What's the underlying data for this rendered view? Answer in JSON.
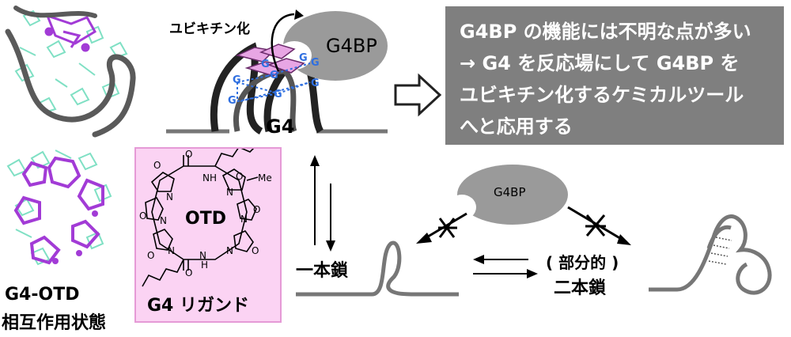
{
  "structure_labels": {
    "ubiquitination": "ユビキチン化",
    "g4bp_top": "G4BP",
    "g4": "G4",
    "g_letter": "G"
  },
  "summary_box": {
    "lines": [
      "G4BP の機能には不明な点が多い",
      "→ G4 を反応場にして G4BP を",
      "ユビキチン化するケミカルツール",
      "へと応用する"
    ]
  },
  "left_panel": {
    "title_line1": "G4-OTD",
    "title_line2": "相互作用状態"
  },
  "ligand": {
    "core_label": "OTD",
    "me_label": "Me",
    "n_label": "N",
    "o_label": "O",
    "nh_label": "NH",
    "h_label": "H",
    "caption": "G4 リガンド"
  },
  "equilibrium": {
    "g4bp_label": "G4BP",
    "single_strand": "一本鎖",
    "double_strand_line1": "( 部分的 )",
    "double_strand_line2": "二本鎖"
  },
  "colors": {
    "box_gray": "#7f7f7f",
    "ligand_pink": "#fbd3f3",
    "g_blue": "#2f6fe0",
    "purple": "#a23bd6",
    "teal": "#7fe0c4",
    "dna_gray": "#777777"
  }
}
